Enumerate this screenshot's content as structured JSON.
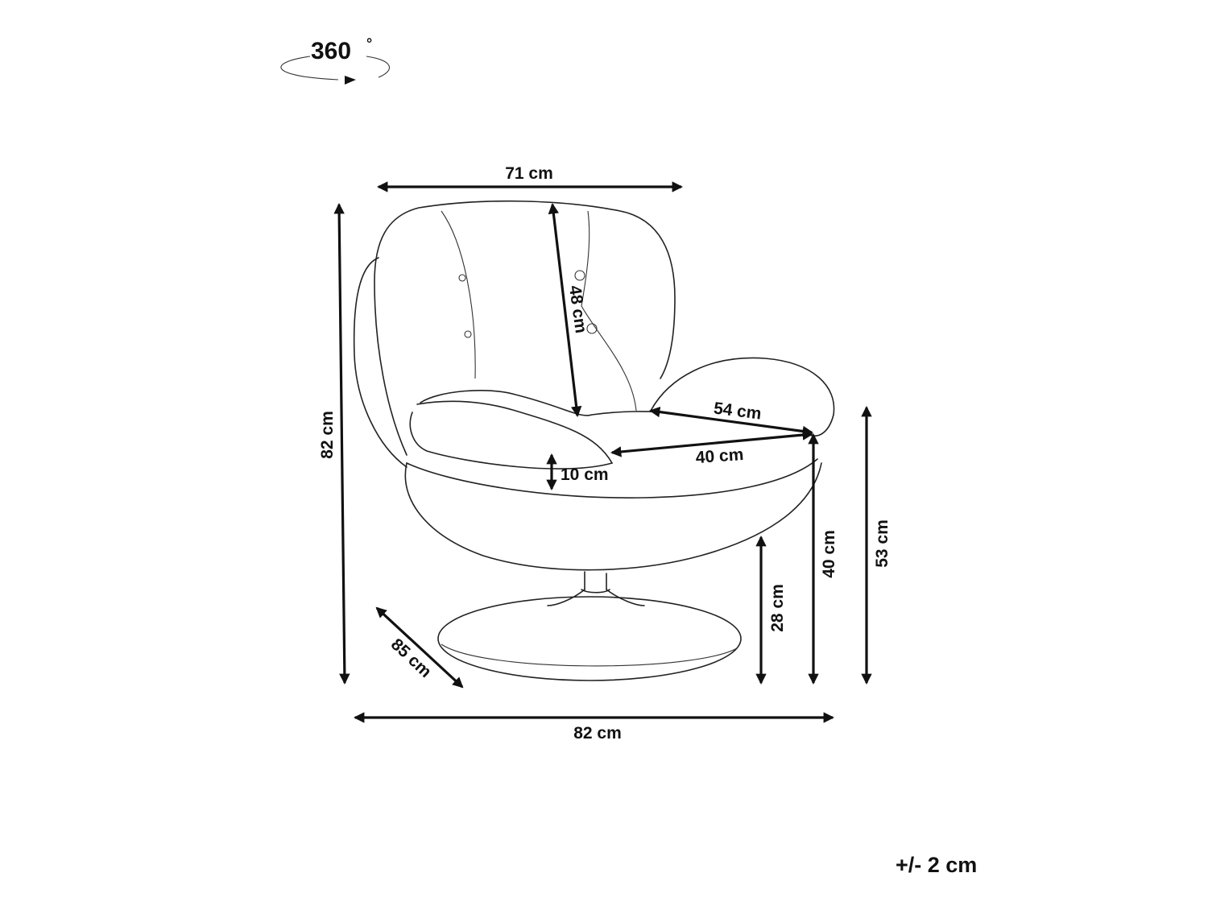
{
  "rotation": {
    "label": "360",
    "degree_symbol": "°"
  },
  "dimensions": {
    "width_top": "71 cm",
    "backrest_height": "48 cm",
    "total_height": "82 cm",
    "seat_depth": "54 cm",
    "seat_width": "40 cm",
    "cushion_thickness": "10 cm",
    "seat_height": "53 cm",
    "armrest_gap": "40 cm",
    "base_clearance": "28 cm",
    "depth": "85 cm",
    "total_width": "82 cm"
  },
  "tolerance": "+/- 2 cm",
  "colors": {
    "line": "#222222",
    "background": "#ffffff"
  }
}
